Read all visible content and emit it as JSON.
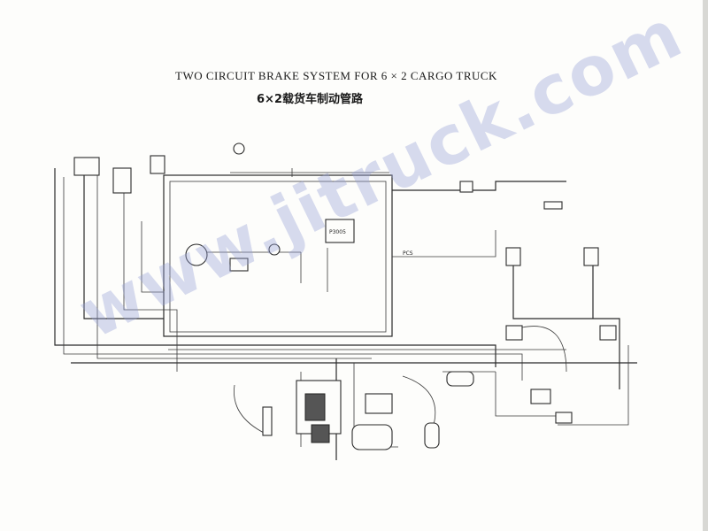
{
  "title": "TWO CIRCUIT BRAKE SYSTEM FOR 6 × 2 CARGO TRUCK",
  "subtitle_zh": "6×2载货车制动管路",
  "watermark": "www.jitruck.com",
  "diagram_labels": {
    "center_box": "P3005",
    "right_pipe": "PCS"
  },
  "colors": {
    "line": "#2a2a2a",
    "watermark": "#9aa0d7",
    "background": "#fdfdfb"
  }
}
